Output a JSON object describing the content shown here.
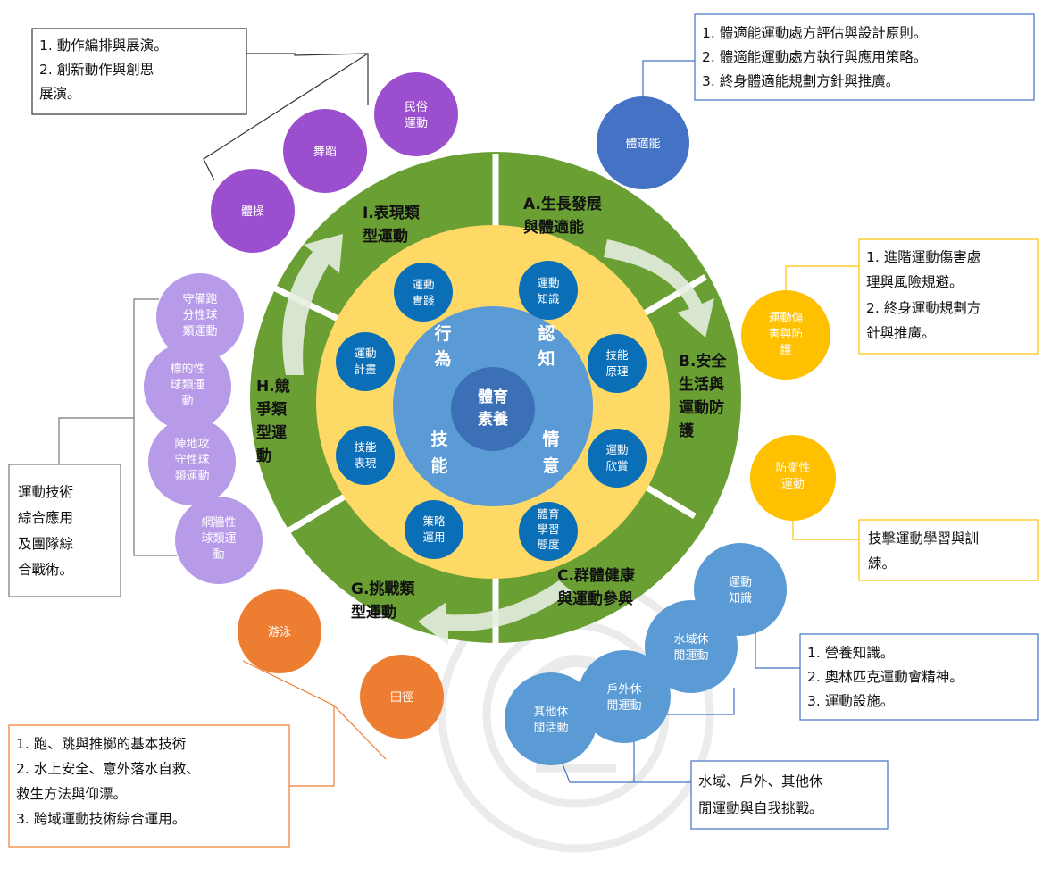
{
  "center": {
    "line1": "體育",
    "line2": "素養"
  },
  "dimensions": {
    "behavior": [
      "行",
      "為"
    ],
    "cognition": [
      "認",
      "知"
    ],
    "skill": [
      "技",
      "能"
    ],
    "affect": [
      "情",
      "意"
    ]
  },
  "inner_nodes": [
    {
      "lines": [
        "運動",
        "實踐"
      ]
    },
    {
      "lines": [
        "運動",
        "知識"
      ]
    },
    {
      "lines": [
        "運動",
        "計畫"
      ]
    },
    {
      "lines": [
        "技能",
        "原理"
      ]
    },
    {
      "lines": [
        "技能",
        "表現"
      ]
    },
    {
      "lines": [
        "運動",
        "欣賞"
      ]
    },
    {
      "lines": [
        "策略",
        "運用"
      ]
    },
    {
      "lines": [
        "體育",
        "學習",
        "態度"
      ]
    }
  ],
  "segments": {
    "A": [
      "A.生長發展",
      "與體適能"
    ],
    "B": [
      "B.安全",
      "生活與",
      "運動防",
      "護"
    ],
    "C": [
      "C.群體健康",
      "與運動參與"
    ],
    "G": [
      "G.挑戰類",
      "型運動"
    ],
    "H": [
      "H.競",
      "爭類",
      "型運",
      "動"
    ],
    "I": [
      "I.表現類",
      "型運動"
    ]
  },
  "satellites": {
    "fitness": {
      "lines": [
        "體適能"
      ],
      "color": "#4472c4"
    },
    "gymnastics": {
      "lines": [
        "體操"
      ],
      "color": "#9b4fce"
    },
    "dance": {
      "lines": [
        "舞蹈"
      ],
      "color": "#9b4fce"
    },
    "folk": {
      "lines": [
        "民俗",
        "運動"
      ],
      "color": "#9b4fce"
    },
    "injury": {
      "lines": [
        "運動傷",
        "害與防",
        "護"
      ],
      "color": "#ffc000"
    },
    "defense": {
      "lines": [
        "防衛性",
        "運動"
      ],
      "color": "#ffc000"
    },
    "net_ball": {
      "lines": [
        "守備跑",
        "分性球",
        "類運動"
      ],
      "color": "#b79be8"
    },
    "target_ball": {
      "lines": [
        "標的性",
        "球類運",
        "動"
      ],
      "color": "#b79be8"
    },
    "invasion_ball": {
      "lines": [
        "陣地攻",
        "守性球",
        "類運動"
      ],
      "color": "#b79be8"
    },
    "wall_ball": {
      "lines": [
        "網牆性",
        "球類運",
        "動"
      ],
      "color": "#b79be8"
    },
    "swim": {
      "lines": [
        "游泳"
      ],
      "color": "#ed7d31"
    },
    "track": {
      "lines": [
        "田徑"
      ],
      "color": "#ed7d31"
    },
    "sport_knowledge": {
      "lines": [
        "運動",
        "知識"
      ],
      "color": "#5b9bd5"
    },
    "water_leisure": {
      "lines": [
        "水域休",
        "閒運動"
      ],
      "color": "#5b9bd5"
    },
    "outdoor_leisure": {
      "lines": [
        "戶外休",
        "閒運動"
      ],
      "color": "#5b9bd5"
    },
    "other_leisure": {
      "lines": [
        "其他休",
        "閒活動"
      ],
      "color": "#5b9bd5"
    }
  },
  "boxes": {
    "performance": [
      "1.  動作編排與展演。",
      "2.  創新動作與創思",
      "     展演。"
    ],
    "fitness": [
      "1.  體適能運動處方評估與設計原則。",
      "2.  體適能運動處方執行與應用策略。",
      "3.  終身體適能規劃方針與推廣。"
    ],
    "safety": [
      "1.  進階運動傷害處",
      "     理與風險規避。",
      "2.  終身運動規劃方",
      "     針與推廣。"
    ],
    "defense": [
      "技擊運動學習與訓",
      "練。"
    ],
    "competition": [
      "運動技術",
      "綜合應用",
      "及團隊綜",
      "合戰術。"
    ],
    "knowledge": [
      "1.  營養知識。",
      "2.  奧林匹克運動會精神。",
      "3.  運動設施。"
    ],
    "leisure": [
      "水域、戶外、其他休",
      "閒運動與自我挑戰。"
    ],
    "challenge": [
      "1.  跑、跳與推擲的基本技術",
      "2.  水上安全、意外落水自救、",
      "     救生方法與仰漂。",
      "3.  跨域運動技術綜合運用。"
    ]
  },
  "colors": {
    "outer_ring": "#6aa033",
    "middle_ring": "#ffd966",
    "inner_circle": "#5b9bd5",
    "node_fill": "#0b6fb8",
    "box_border_purple": "#333333",
    "box_border_blue": "#4472c4",
    "box_border_yellow": "#ffc000",
    "box_border_orange": "#ed7d31",
    "box_border_gray": "#777777"
  }
}
